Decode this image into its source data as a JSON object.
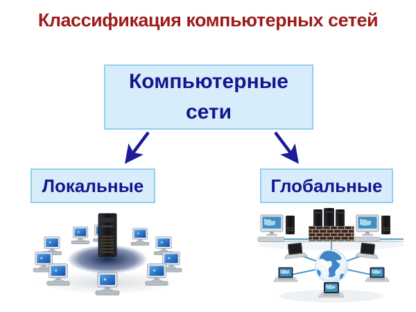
{
  "slide": {
    "title": "Классификация компьютерных сетей",
    "diagram": {
      "root_label": "Компьютерные сети",
      "left_label": "Локальные",
      "right_label": "Глобальные"
    },
    "illustrations": {
      "local": "ring-of-desktop-computers-around-server-tower",
      "global": "globe-with-laptops-server-rack-firewall-and-workstations"
    },
    "colors": {
      "title_text": "#9e1b1b",
      "node_fill": "#d8edfb",
      "node_border": "#92cdee",
      "node_text": "#15158f",
      "arrow": "#1c1c96",
      "background": "#ffffff"
    }
  }
}
